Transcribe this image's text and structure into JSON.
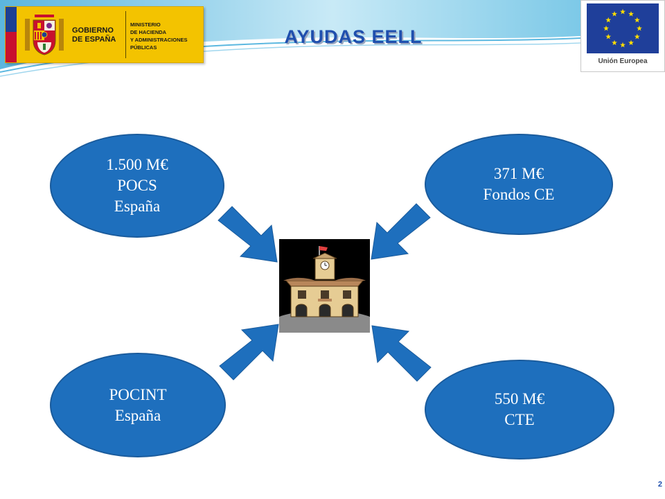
{
  "header": {
    "title": "AYUDAS EELL",
    "gov_logo": {
      "line1": "GOBIERNO",
      "line2": "DE ESPAÑA",
      "ministry": [
        "MINISTERIO",
        "DE HACIENDA",
        "Y ADMINISTRACIONES",
        "PÚBLICAS"
      ]
    },
    "eu_logo": {
      "label": "Unión Europea"
    }
  },
  "funding_sources": [
    {
      "lines": [
        "1.500 M€",
        "POCS",
        "España"
      ]
    },
    {
      "lines": [
        "371 M€",
        "Fondos CE"
      ]
    },
    {
      "lines": [
        "POCINT",
        "España"
      ]
    },
    {
      "lines": [
        "550 M€",
        "CTE"
      ]
    }
  ],
  "center_image": {
    "icon": "town-hall-icon"
  },
  "footer": {
    "page_number": "2"
  },
  "colors": {
    "ellipse_fill": "#1e6fbd",
    "arrow_fill": "#1e6fbd",
    "title": "#1f4fae",
    "gov_yellow": "#f3c300",
    "eu_blue": "#1f3f9a",
    "eu_star": "#ffdd00"
  }
}
